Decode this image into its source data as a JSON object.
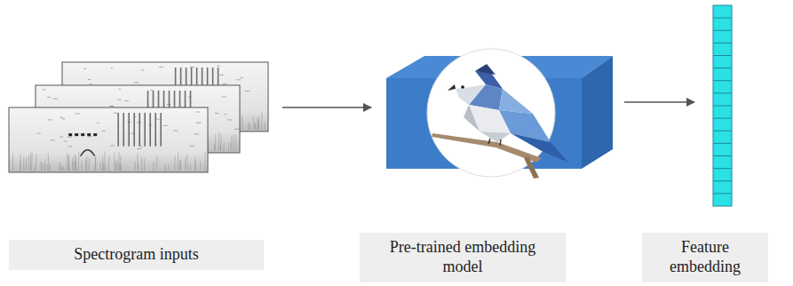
{
  "diagram": {
    "nodes": [
      {
        "text": [
          "Spectrogram inputs"
        ]
      },
      {
        "text": [
          "Pre-trained embedding model"
        ]
      },
      {
        "text": [
          "Feature embedding"
        ]
      }
    ]
  }
}
